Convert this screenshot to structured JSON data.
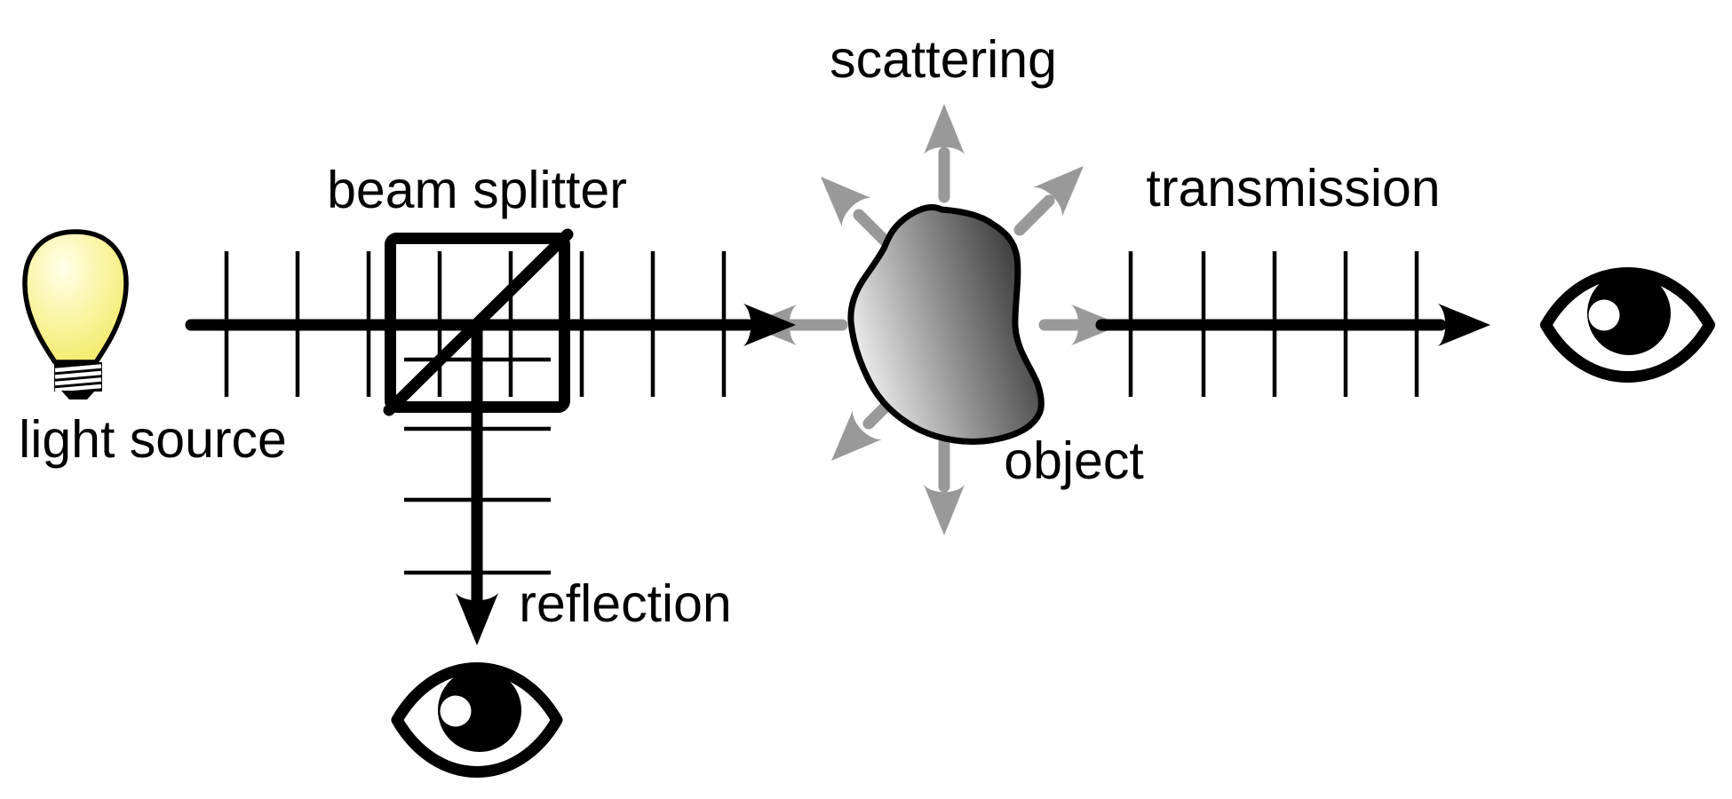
{
  "figure": {
    "kind": "optics schematic",
    "background": "#ffffff"
  },
  "labels": {
    "scattering": "scattering",
    "beam_splitter": "beam splitter",
    "transmission": "transmission",
    "light_source": "light source",
    "object": "object",
    "reflection": "reflection"
  },
  "colors": {
    "ink": "#000000",
    "scatter_gray": "#999999",
    "bulb_yellow": "#f2e85e",
    "bulb_highlight": "#ffffea",
    "object_light": "#f7f7f7",
    "object_mid": "#8f8f8f",
    "object_dark": "#2e2e2e",
    "eye_white": "#ffffff"
  },
  "beams": {
    "incident": {
      "from": "light source",
      "to": "object",
      "wavefront_tick_count": 8
    },
    "reflection": {
      "from": "beam splitter",
      "to": "bottom eye",
      "wavefront_tick_count": 4
    },
    "transmission": {
      "from": "object",
      "to": "right eye",
      "wavefront_tick_count": 5
    },
    "scattering_arrow_directions": [
      "up",
      "upper-left",
      "upper-right",
      "left",
      "right",
      "lower-left",
      "down"
    ]
  },
  "icons": {
    "light_bulb": "light-bulb-icon",
    "eye_reflection": "eye-icon",
    "eye_transmission": "eye-icon"
  }
}
